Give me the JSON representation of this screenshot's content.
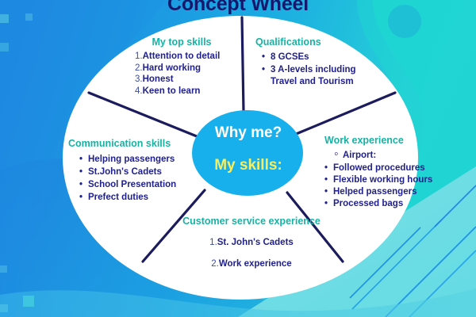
{
  "title": "Concept Wheel",
  "hub": {
    "line1": "Why me?",
    "line2": "My skills:"
  },
  "colors": {
    "title": "#15196e",
    "heading": "#16b3a4",
    "body_text": "#21218c",
    "hub_fill": "#17b0ec",
    "hub_line1": "#ffffff",
    "hub_line2": "#f7ef60",
    "wheel_fill": "#ffffff",
    "spoke": "#1b1b5e",
    "bg_left": "#1f86e0",
    "bg_right": "#2ad6d6"
  },
  "segments": [
    {
      "id": "top-skills",
      "heading": "My top skills",
      "marker": "numbered",
      "items": [
        "Attention to detail",
        "Hard working",
        "Honest",
        "Keen to learn"
      ]
    },
    {
      "id": "qualifications",
      "heading": "Qualifications",
      "marker": "bullet",
      "items": [
        "8 GCSEs",
        "3 A-levels including",
        "Travel and Tourism"
      ]
    },
    {
      "id": "work-experience",
      "heading": "Work experience",
      "marker": "bullet",
      "subheading": "Airport:",
      "items": [
        "Followed procedures",
        "Flexible working hours",
        "Helped passengers",
        "Processed bags"
      ]
    },
    {
      "id": "customer-service-experience",
      "heading": "Customer service experience",
      "marker": "numbered",
      "items": [
        "St. John's Cadets",
        "Work experience"
      ]
    },
    {
      "id": "communication-skills",
      "heading": "Communication skills",
      "marker": "bullet",
      "items": [
        "Helping passengers",
        "St.John's Cadets",
        "School Presentation",
        "Prefect duties"
      ]
    }
  ]
}
